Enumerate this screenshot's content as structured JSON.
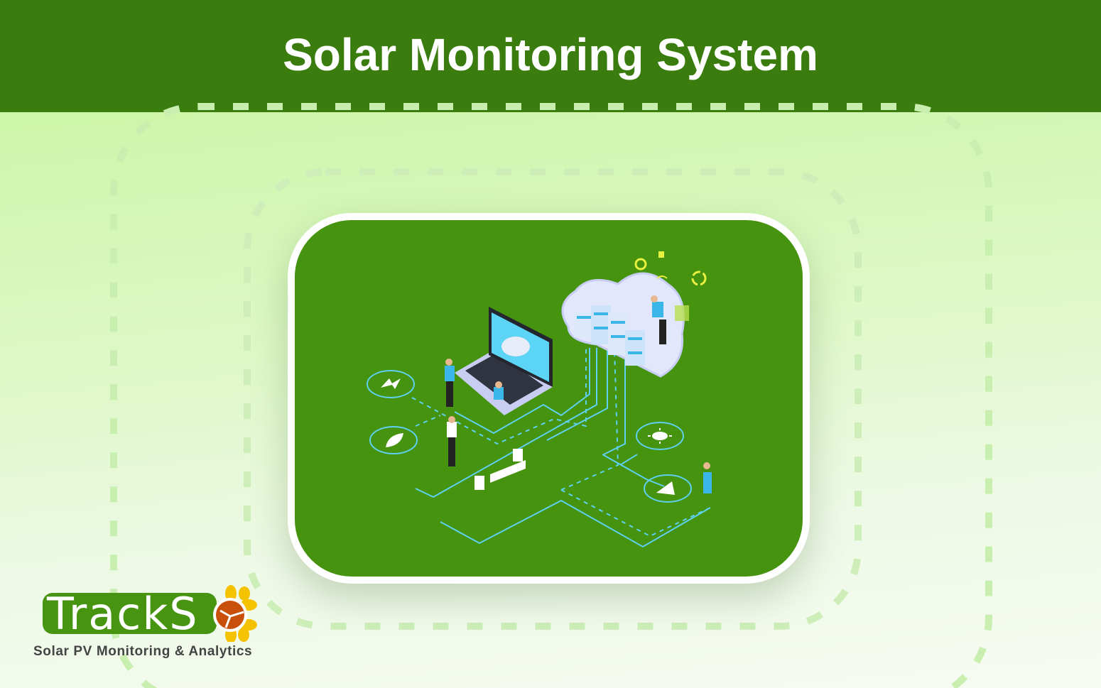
{
  "header": {
    "title": "Solar Monitoring System"
  },
  "logo": {
    "wordmark": "TrackSo",
    "text": "TrackS",
    "tagline": "Solar PV Monitoring & Analytics"
  },
  "illustration": {
    "icons": [
      "lightning-icon",
      "leaf-icon",
      "sun-icon",
      "warning-icon",
      "cloud-server-icon",
      "laptop-icon",
      "gear-icon",
      "lock-icon",
      "wifi-icon",
      "sync-icon"
    ]
  },
  "colors": {
    "header": "#3a7d0e",
    "card": "#45930e",
    "line": "#5fd0f0",
    "sun": "#f5c200",
    "sun_core": "#c8500a"
  }
}
